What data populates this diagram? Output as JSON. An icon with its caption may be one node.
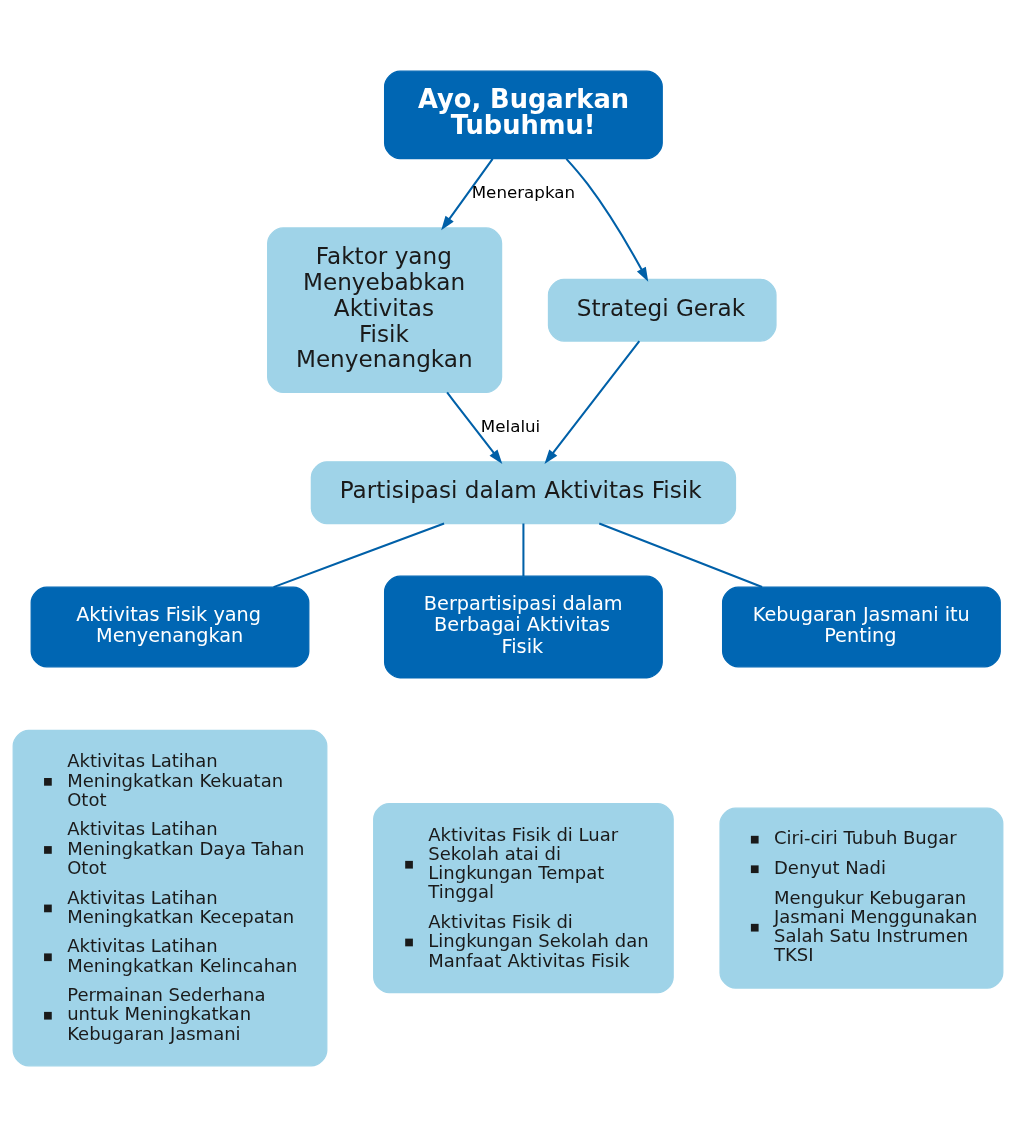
{
  "diagram": {
    "nodes": [
      {
        "text": [
          "Ayo, Bugarkan Tubuhmu!"
        ]
      },
      {
        "text": [
          "Faktor yang Menyebabkan Aktivitas Fisik Menyenangkan"
        ]
      },
      {
        "text": [
          "Strategi Gerak"
        ]
      },
      {
        "text": [
          "Partisipasi dalam Aktivitas Fisik"
        ]
      },
      {
        "text": [
          "Aktivitas Fisik yang Menyenangkan"
        ]
      },
      {
        "text": [
          "Aktivitas Latihan Meningkatkan Kekuatan Otot",
          "Aktivitas Latihan Meningkatkan Daya Tahan Otot",
          "Aktivitas Latihan Meningkatkan Kecepatan",
          "Aktivitas Latihan Meningkatkan Kelincahan",
          "Permainan Sederhana untuk Meningkatkan Kebugaran Jasmani"
        ]
      },
      {
        "text": [
          "Berpartisipasi dalam Berbagai Aktivitas Fisik"
        ]
      },
      {
        "text": [
          "Aktivitas Fisik di Luar Sekolah atai di Lingkungan Tempat Tinggal",
          "Aktivitas Fisik di Lingkungan Sekolah dan Manfaat Aktivitas Fisik"
        ]
      },
      {
        "text": [
          "Kebugaran Jasmani itu Penting"
        ]
      },
      {
        "text": [
          "Ciri-ciri Tubuh Bugar",
          "Denyut Nadi",
          "Mengukur Kebugaran Jasmani Menggunakan Salah Satu Instrumen TKSI"
        ]
      }
    ],
    "edges": [
      {
        "from": 0,
        "to": 1,
        "arrow": "to",
        "label": "Menerapkan"
      },
      {
        "from": 0,
        "to": 2,
        "arrow": "to"
      },
      {
        "from": 1,
        "to": 3,
        "arrow": "to",
        "label": "Melalui"
      },
      {
        "from": 2,
        "to": 3,
        "arrow": "to"
      },
      {
        "from": 3,
        "to": 4,
        "arrow": "none"
      },
      {
        "from": 3,
        "to": 6,
        "arrow": "none"
      },
      {
        "from": 3,
        "to": 8,
        "arrow": "none"
      }
    ]
  }
}
